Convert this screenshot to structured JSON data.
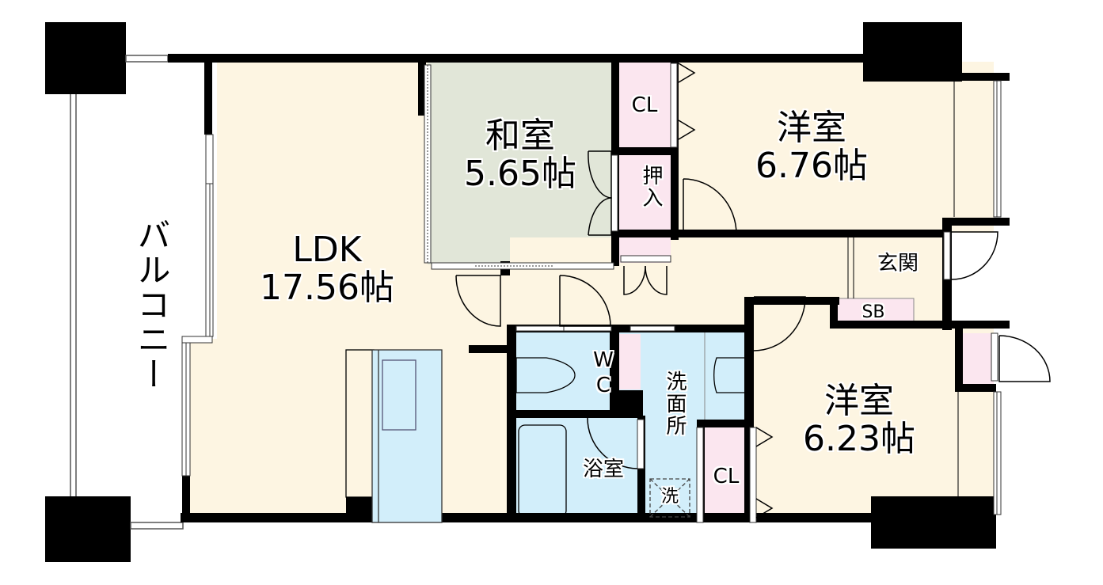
{
  "plan": {
    "colors": {
      "living": "#fdf5e2",
      "washitsu": "#e1e6d8",
      "storage": "#fbe6ef",
      "wet": "#d2eefa",
      "wall": "#000000",
      "outside": "#ffffff"
    },
    "rooms": {
      "ldk": {
        "name": "LDK",
        "size": "17.56帖"
      },
      "washitsu": {
        "name": "和室",
        "size": "5.65帖"
      },
      "yoshitsu1": {
        "name": "洋室",
        "size": "6.76帖"
      },
      "yoshitsu2": {
        "name": "洋室",
        "size": "6.23帖"
      },
      "genkan": {
        "name": "玄関"
      },
      "wc": {
        "name": "WC"
      },
      "senmenjo": {
        "name": "洗面所"
      },
      "yokushitsu": {
        "name": "浴室"
      },
      "balcony": {
        "name": "バルコニー"
      }
    },
    "storage": {
      "cl_top": "CL",
      "oshiire": "押入",
      "sb": "SB",
      "cl_bottom": "CL",
      "washer": "洗"
    }
  }
}
